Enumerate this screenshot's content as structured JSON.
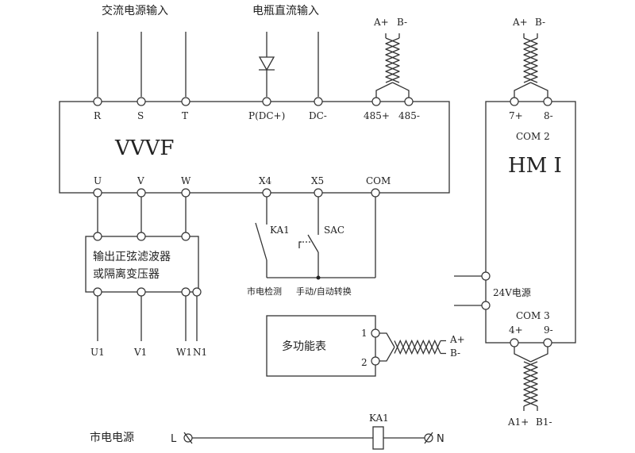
{
  "titles": {
    "ac_input": "交流电源输入",
    "dc_input": "电瓶直流输入"
  },
  "vvvf": {
    "name": "VVVF",
    "top_terminals": [
      "R",
      "S",
      "T",
      "P(DC+)",
      "DC-",
      "485+",
      "485-"
    ],
    "bottom_terminals": [
      "U",
      "V",
      "W",
      "X4",
      "X5",
      "COM"
    ],
    "rs485_pair": {
      "a": "A+",
      "b": "B-"
    }
  },
  "hmi": {
    "name": "HM I",
    "com2_label": "COM 2",
    "com2_terminals": [
      "7+",
      "8-"
    ],
    "com2_pair": {
      "a": "A+",
      "b": "B-"
    },
    "power_label": "24V电源",
    "com3_label": "COM 3",
    "com3_terminals": [
      "4+",
      "9-"
    ],
    "com3_pair": {
      "a": "A1+",
      "b": "B1-"
    }
  },
  "filter": {
    "line1": "输出正弦滤波器",
    "line2": "或隔离变压器",
    "outputs": [
      "U1",
      "V1",
      "W1",
      "N1"
    ]
  },
  "switches": {
    "ka1": "KA1",
    "sac": "SAC",
    "caption1": "市电检测",
    "caption2": "手动/自动转换"
  },
  "meter": {
    "name": "多功能表",
    "terminals": [
      "1",
      "2"
    ],
    "pair": {
      "a": "A+",
      "b": "B-"
    }
  },
  "mains": {
    "label": "市电电源",
    "l": "L",
    "n": "N",
    "coil": "KA1"
  }
}
